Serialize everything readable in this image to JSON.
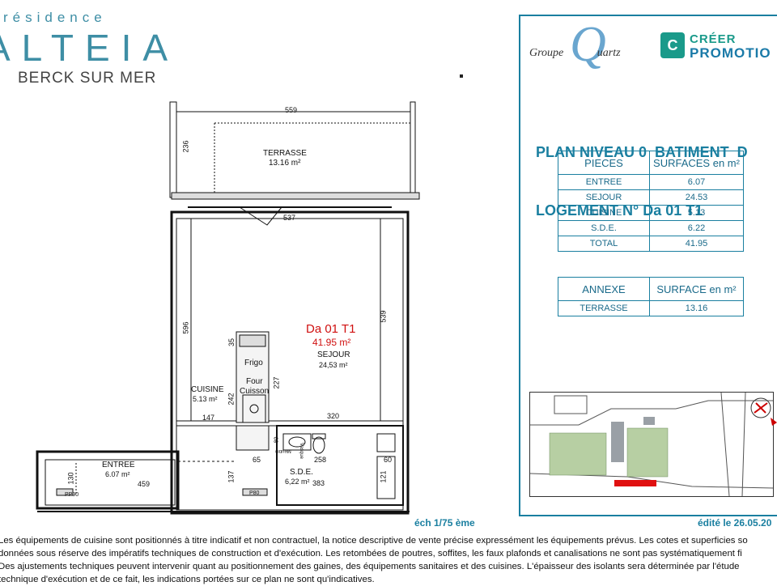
{
  "header": {
    "brand_sub": "résidence",
    "brand_main": "ALTEIA",
    "brand_city": "BERCK SUR MER"
  },
  "logos": {
    "groupe": "Groupe",
    "quartz_q": "Q",
    "quartz_rest": "uartz",
    "creer_line1": "CRÉER",
    "creer_line2": "PROMOTIO",
    "creer_mark": "C"
  },
  "plan": {
    "title_line1": "PLAN NIVEAU 0  BATIMENT  D",
    "title_line2": "LOGEMENT N° Da 01 T1"
  },
  "pieces_table": {
    "headers": [
      "PIECES",
      "SURFACES en m²"
    ],
    "rows": [
      [
        "ENTREE",
        "6.07"
      ],
      [
        "SEJOUR",
        "24.53"
      ],
      [
        "CUISINE",
        "5.13"
      ],
      [
        "S.D.E.",
        "6.22"
      ],
      [
        "TOTAL",
        "41.95"
      ]
    ]
  },
  "annexe_table": {
    "headers": [
      "ANNEXE",
      "SURFACE en m²"
    ],
    "rows": [
      [
        "TERRASSE",
        "13.16"
      ]
    ]
  },
  "floorplan": {
    "unit_title": "Da 01 T1",
    "unit_area": "41.95 m²",
    "terrasse": "TERRASSE",
    "terrasse_area": "13.16 m²",
    "sejour": "SEJOUR",
    "sejour_area": "24,53 m²",
    "cuisine": "CUISINE",
    "cuisine_area": "5.13 m²",
    "entree": "ENTREE",
    "entree_area": "6.07 m²",
    "sde": "S.D.E.",
    "sde_area": "6,22 m²",
    "frigo": "Frigo",
    "four": "Four",
    "cuisson": "Cuisson",
    "meuble": "Meuble",
    "vasque": "Vasque",
    "dims": {
      "d559": "559",
      "d236": "236",
      "d537": "537",
      "d596": "596",
      "d539": "539",
      "d35": "35",
      "d227": "227",
      "d242": "242",
      "d147": "147",
      "d320": "320",
      "d80": "80",
      "d65": "65",
      "d258": "258",
      "d383": "383",
      "d459": "459",
      "d130": "130",
      "d137": "137",
      "d121": "121",
      "d60": "60",
      "pp90": "PP90",
      "p80": "P80"
    }
  },
  "footer": {
    "echelle": "éch 1/75 ème",
    "edite": "édité le 26.05.20",
    "notice_lines": [
      "Les équipements de cuisine sont positionnés à titre indicatif et non contractuel, la notice descriptive de vente précise expressément les équipements prévus. Les cotes et superficies so",
      "données sous réserve des  impératifs techniques de construction et d'exécution. Les retombées de poutres, soffites, les faux plafonds et canalisations ne sont pas systématiquement fi",
      "Des ajustements techniques peuvent intervenir quant au positionnement des gaines, des équipements sanitaires et des cuisines. L'épaisseur des isolants sera déterminée par l'étude",
      "technique d'exécution et de ce fait, les indications portées sur ce plan ne sont qu'indicatives."
    ]
  },
  "colors": {
    "brand_teal": "#3e8ea5",
    "panel_blue": "#1a7fa0",
    "unit_red": "#d01010",
    "creer_green": "#1a9a8a"
  }
}
